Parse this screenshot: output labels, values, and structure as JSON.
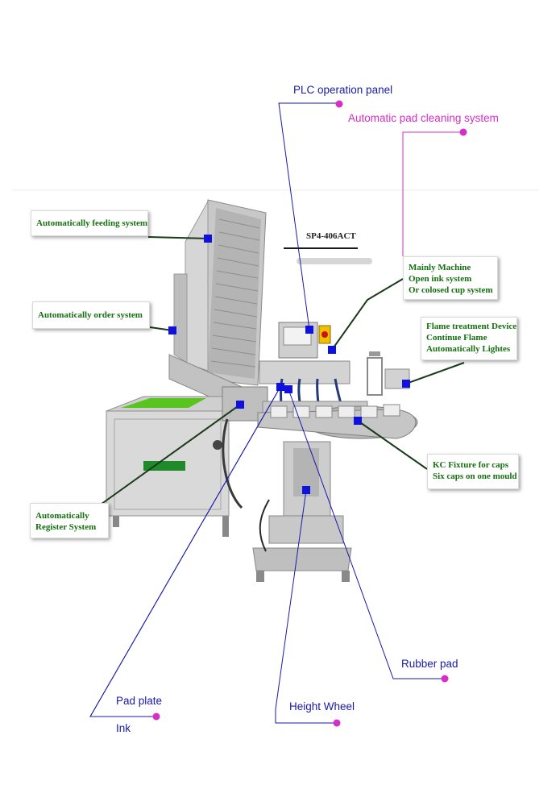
{
  "model": "SP4-406ACT",
  "callouts_top": {
    "plc": "PLC operation panel",
    "cleaning": "Automatic pad cleaning system"
  },
  "callouts_bottom": {
    "rubber_pad": "Rubber pad",
    "pad_plate": "Pad plate",
    "ink": "Ink",
    "height_wheel": "Height Wheel"
  },
  "boxes": {
    "feeding": "Automatically feeding system",
    "order": "Automatically order system",
    "register": [
      "Automatically",
      "Register System"
    ],
    "main": [
      "Mainly Machine",
      "Open ink system",
      "Or colosed cup system"
    ],
    "flame": [
      "Flame treatment Device",
      "Continue Flame",
      "Automatically Lightes"
    ],
    "fixture": [
      "KC Fixture for caps",
      "Six caps on one mould"
    ]
  },
  "colors": {
    "callout_blue": "#1a1aa8",
    "callout_magenta": "#d62ec8",
    "box_text_green": "#14700f",
    "marker_blue": "#1010e0",
    "leader_dark": "#1a3a1a"
  }
}
